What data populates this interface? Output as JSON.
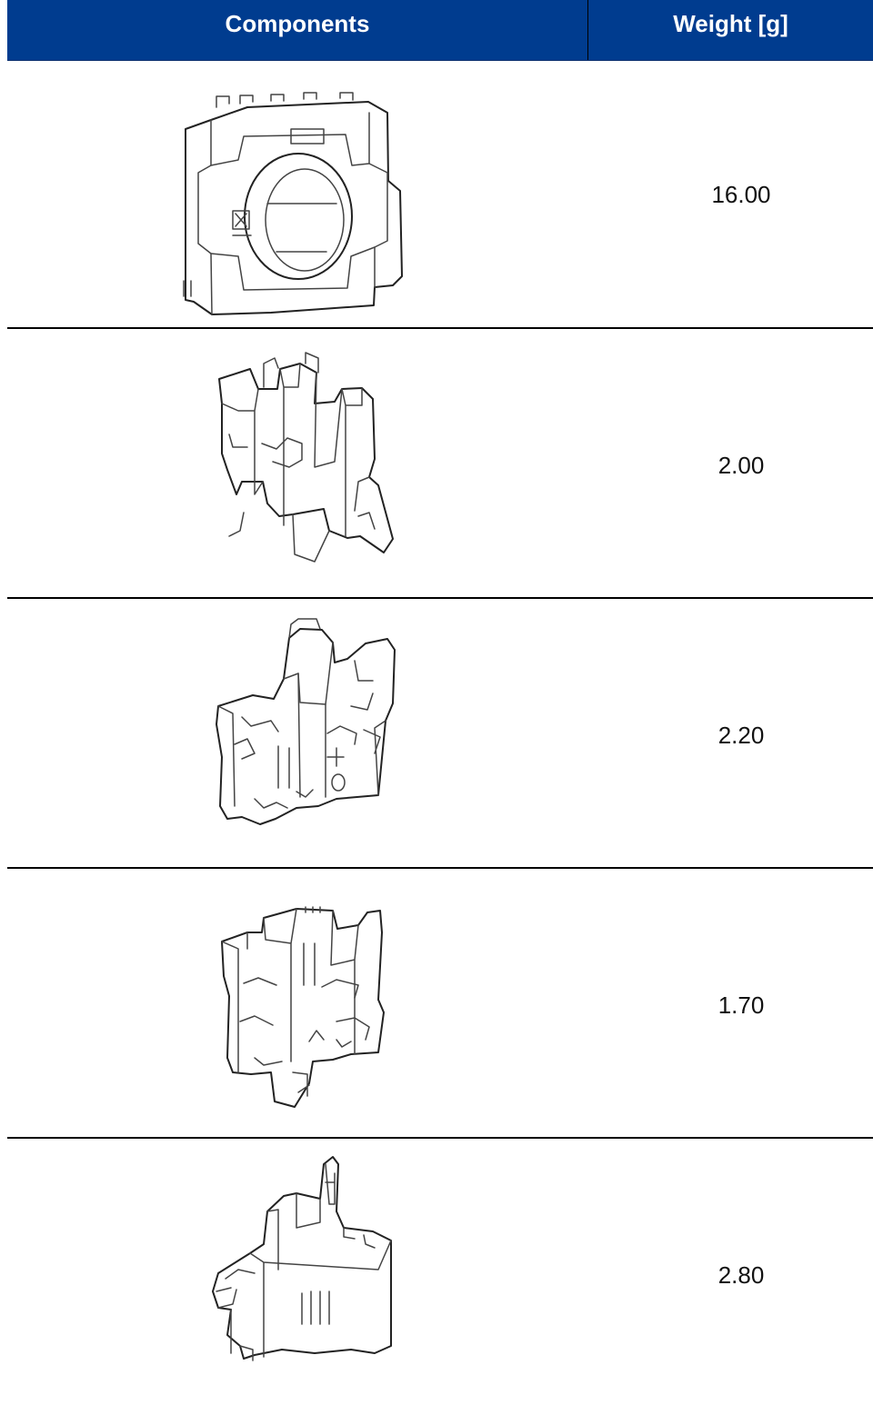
{
  "table": {
    "headers": {
      "components": "Components",
      "weight": "Weight [g]"
    },
    "rows": [
      {
        "component_icon": "component-frame-icon",
        "weight": "16.00"
      },
      {
        "component_icon": "component-bracket-icon",
        "weight": "2.00"
      },
      {
        "component_icon": "component-plate-icon",
        "weight": "2.20"
      },
      {
        "component_icon": "component-module-icon",
        "weight": "1.70"
      },
      {
        "component_icon": "component-cartridge-icon",
        "weight": "2.80"
      }
    ]
  }
}
